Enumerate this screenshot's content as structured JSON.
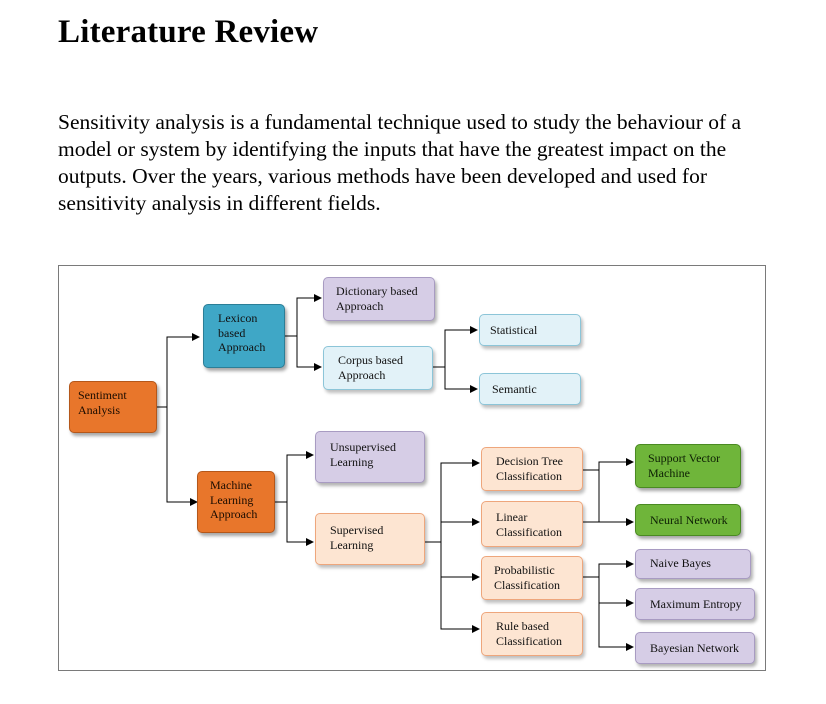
{
  "heading": "Literature Review",
  "paragraph": "Sensitivity analysis is a fundamental technique used to study the behaviour of a model or system by identifying the inputs that have the greatest impact on the outputs. Over the years, various methods have been developed and used for sensitivity analysis in different fields.",
  "diagram": {
    "sentiment": "Sentiment\nAnalysis",
    "lexicon": "Lexicon\nbased\nApproach",
    "machine_learning": "Machine\nLearning\nApproach",
    "dictionary": "Dictionary based\nApproach",
    "corpus": "Corpus based\nApproach",
    "statistical": "Statistical",
    "semantic": "Semantic",
    "unsupervised": "Unsupervised\nLearning",
    "supervised": "Supervised\nLearning",
    "decision_tree": "Decision Tree\nClassification",
    "linear": "Linear\nClassification",
    "probabilistic": "Probabilistic\nClassification",
    "rule_based": "Rule based\nClassification",
    "svm": "Support Vector\nMachine",
    "neural_network": "Neural Network",
    "naive_bayes": "Naive Bayes",
    "maximum_entropy": "Maximum Entropy",
    "bayesian_network": "Bayesian Network"
  },
  "colors": {
    "root": "#e8762b",
    "lexicon": "#3fa7c6",
    "leaf_purple": "#d6cde6",
    "leaf_lightblue": "#e2f2f8",
    "leaf_peach": "#fde5d2",
    "leaf_green": "#6fb53a"
  }
}
